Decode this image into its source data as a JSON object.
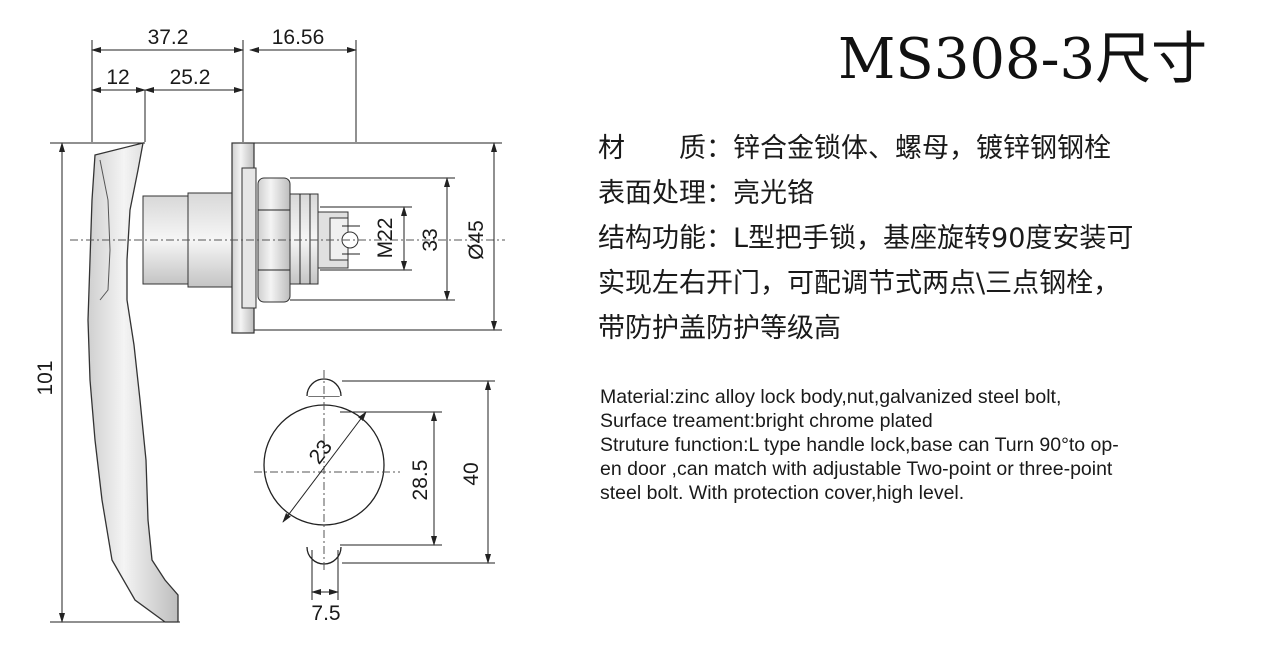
{
  "title": "MS308-3尺寸",
  "drawing": {
    "side_view": {
      "dim_37_2": "37.2",
      "dim_16_56": "16.56",
      "dim_12": "12",
      "dim_25_2": "25.2",
      "dim_101": "101",
      "dim_m22": "M22",
      "dim_33": "33",
      "dim_45": "Ø45"
    },
    "cutout_view": {
      "dim_23": "23",
      "dim_28_5": "28.5",
      "dim_40": "40",
      "dim_7_5": "7.5"
    }
  },
  "spec_cn": {
    "lines": [
      "材　　质：锌合金锁体、螺母，镀锌钢钢栓",
      "表面处理：亮光铬",
      "结构功能：L型把手锁，基座旋转90度安装可",
      "实现左右开门，可配调节式两点\\三点钢栓，",
      "带防护盖防护等级高"
    ]
  },
  "spec_en": {
    "lines": [
      "Material:zinc alloy lock body,nut,galvanized steel bolt,",
      "Surface treament:bright chrome plated",
      "Struture function:L type handle lock,base can Turn 90°to op-",
      "en door ,can match with adjustable Two-point or three-point",
      "steel bolt. With protection cover,high level."
    ]
  }
}
